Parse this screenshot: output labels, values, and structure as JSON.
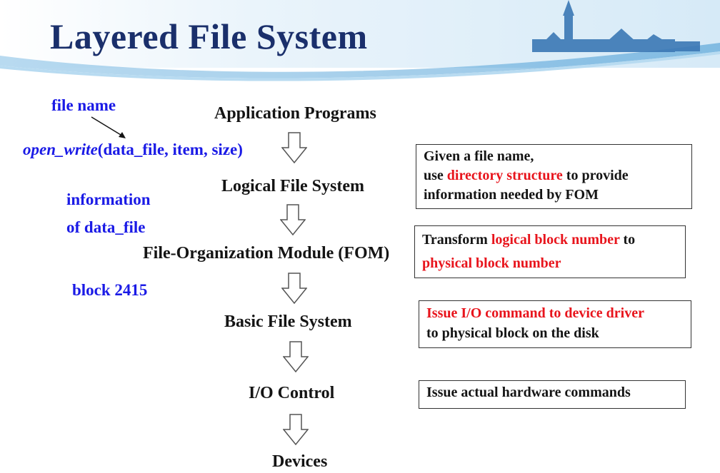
{
  "title": "Layered File System",
  "layers": [
    "Application Programs",
    "Logical File System",
    "File-Organization Module (FOM)",
    "Basic File System",
    "I/O Control",
    "Devices"
  ],
  "left_annotations": {
    "file_name": "file name",
    "call_fn": "open_write",
    "call_args": "(data_file, item, size)",
    "info_line1": "information",
    "info_line2": "of data_file",
    "block": "block 2415"
  },
  "boxes": {
    "lfs": {
      "l1": "Given a file name,",
      "l2_a": "use ",
      "l2_red": "directory structure",
      "l2_b": " to provide",
      "l3": "information needed by FOM"
    },
    "fom": {
      "l1_a": "Transform ",
      "l1_red": "logical block number",
      "l1_b": " to",
      "l2_red": "physical  block number"
    },
    "bfs": {
      "l1_red": "Issue I/O command to device driver",
      "l2": "to physical block on the disk"
    },
    "ioc": {
      "l1": "Issue actual hardware commands"
    }
  },
  "colors": {
    "title": "#1a2f6b",
    "annotation_blue": "#1a1ae6",
    "highlight_red": "#e8141c",
    "banner_light": "#e8f3fb",
    "banner_blue": "#5aa7d9"
  }
}
